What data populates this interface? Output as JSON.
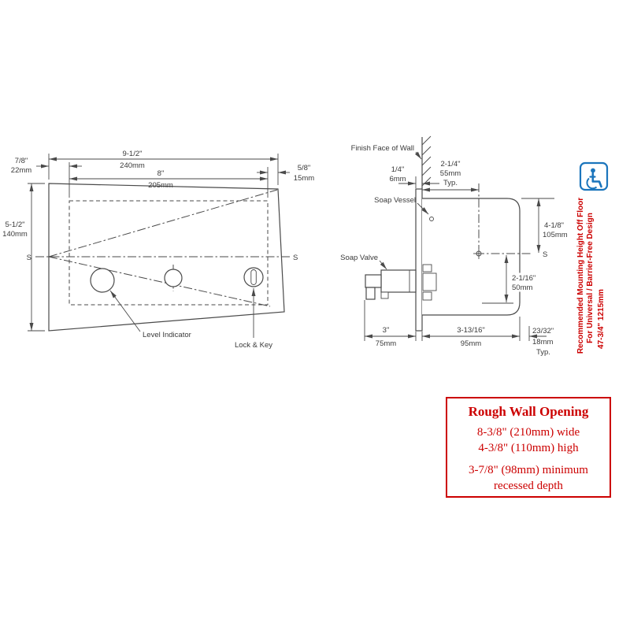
{
  "colors": {
    "line": "#4a4a4a",
    "text": "#3a3a3a",
    "red": "#cc0000",
    "blue": "#1b75bc"
  },
  "front_view": {
    "overall_width_in": "9-1/2\"",
    "overall_width_mm": "240mm",
    "inner_width_in": "8\"",
    "inner_width_mm": "205mm",
    "left_margin_in": "7/8\"",
    "left_margin_mm": "22mm",
    "right_margin_in": "5/8\"",
    "right_margin_mm": "15mm",
    "height_in": "5-1/2\"",
    "height_mm": "140mm",
    "section_left": "S",
    "section_right": "S",
    "level_indicator": "Level Indicator",
    "lock_and_key": "Lock & Key"
  },
  "side_view": {
    "finish_face": "Finish Face of Wall",
    "soap_vessel": "Soap Vessel",
    "soap_valve": "Soap Valve",
    "wall_offset_in": "1/4\"",
    "wall_offset_mm": "6mm",
    "hole_setback_in": "2-1/4\"",
    "hole_setback_mm": "55mm",
    "hole_setback_typ": "Typ.",
    "top_to_center_in": "4-1/8\"",
    "top_to_center_mm": "105mm",
    "center_to_bottom_in": "2-1/16\"",
    "center_to_bottom_mm": "50mm",
    "valve_projection_in": "3\"",
    "valve_projection_mm": "75mm",
    "recess_depth_in": "3-13/16\"",
    "recess_depth_mm": "95mm",
    "corner_in": "23/32\"",
    "corner_mm": "18mm",
    "corner_typ": "Typ.",
    "section": "S"
  },
  "mounting_note": {
    "line1": "Recommended Mounting Height Off Floor",
    "line2": "For Universal / Barrier-Free Design",
    "height_dim": "47-3/4\"  1215mm"
  },
  "rough_wall_opening": {
    "title": "Rough Wall Opening",
    "width_line": "8-3/8\" (210mm) wide",
    "height_line": "4-3/8\" (110mm) high",
    "depth_line1": "3-7/8\" (98mm) minimum",
    "depth_line2": "recessed depth"
  }
}
